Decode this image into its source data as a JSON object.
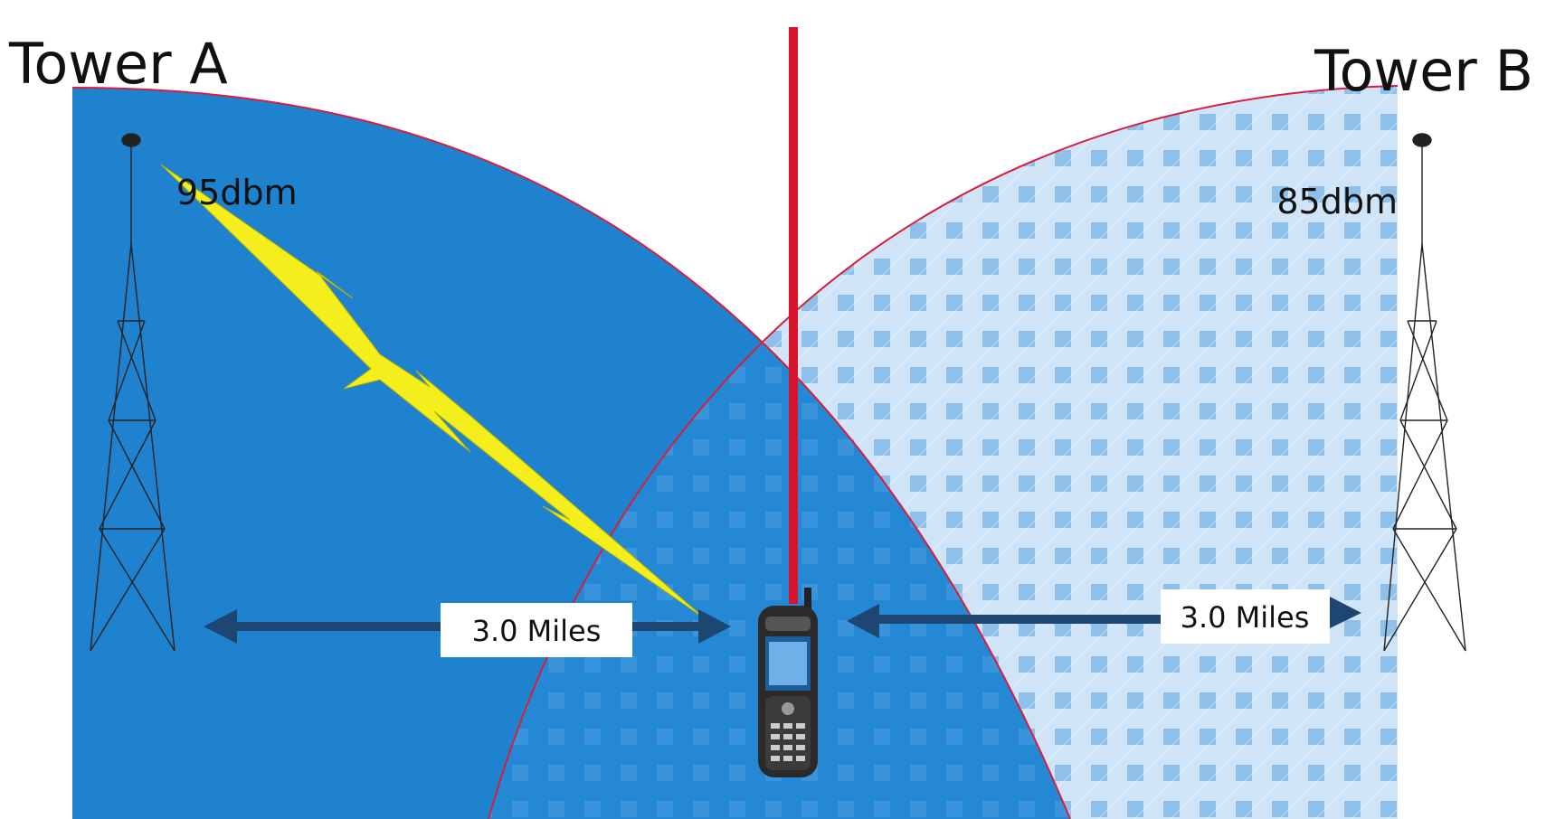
{
  "towers": [
    {
      "name": "Tower A",
      "signal": "95dbm"
    },
    {
      "name": "Tower B",
      "signal": "85dbm"
    }
  ],
  "distances": {
    "left": "3.0 Miles",
    "right": "3.0 Miles"
  },
  "colors": {
    "coverage_a": "#1e82cf",
    "coverage_b": "#bcdaf2",
    "boundary": "#d81e3c",
    "arrow": "#1d4673",
    "lightning": "#f3ee1c",
    "divider": "#d8142c"
  },
  "icons": [
    "tower-icon",
    "lightning-bolt-icon",
    "cell-phone-icon",
    "double-arrow-icon"
  ]
}
